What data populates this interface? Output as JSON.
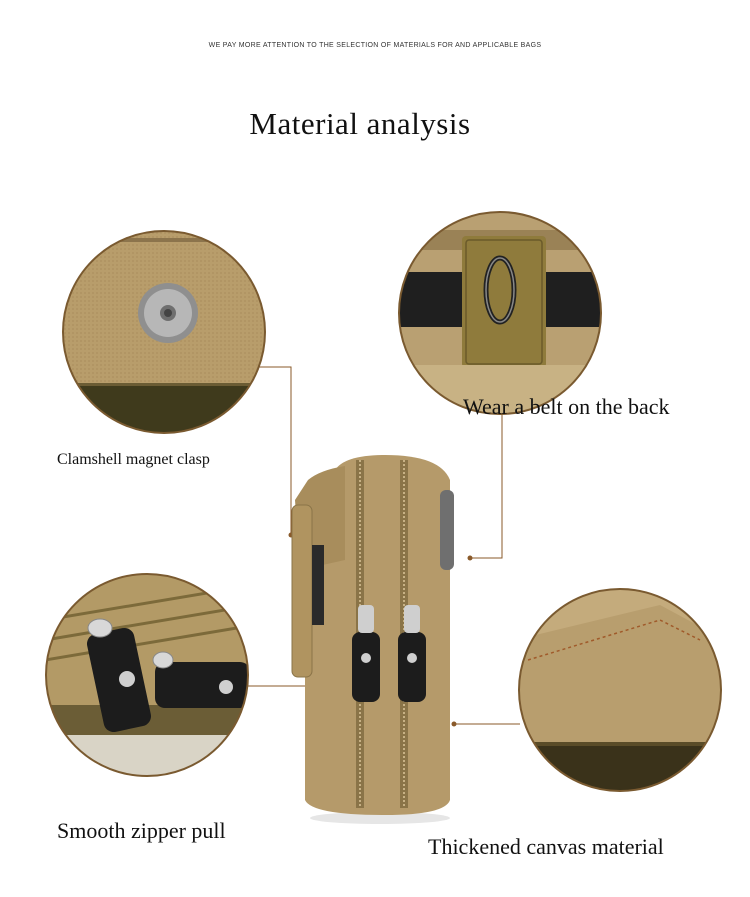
{
  "header": {
    "tagline": "WE PAY MORE ATTENTION TO THE SELECTION OF MATERIALS FOR AND APPLICABLE BAGS",
    "title": "Material analysis"
  },
  "features": [
    {
      "label": "Clamshell magnet clasp"
    },
    {
      "label": "Wear a belt on the back"
    },
    {
      "label": "Smooth zipper pull"
    },
    {
      "label": "Thickened canvas material"
    }
  ],
  "colors": {
    "background": "#ffffff",
    "canvas_khaki": "#b59a6a",
    "canvas_dark": "#3f3a1c",
    "leader_line": "#8a5a2a",
    "leather": "#1c1c1c"
  }
}
